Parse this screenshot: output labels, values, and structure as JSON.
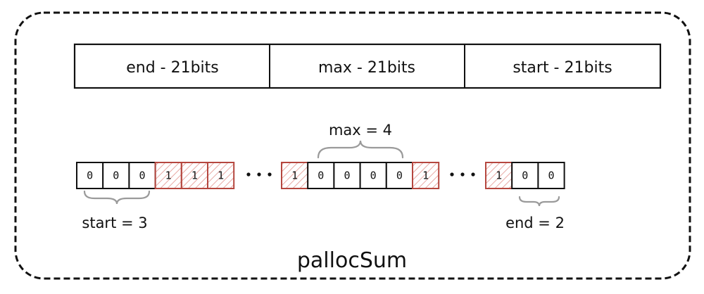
{
  "diagram": {
    "title": "pallocSum",
    "fields": [
      "end - 21bits",
      "max - 21bits",
      "start - 21bits"
    ],
    "groups": [
      {
        "bits": [
          {
            "value": "0",
            "highlighted": false
          },
          {
            "value": "0",
            "highlighted": false
          },
          {
            "value": "0",
            "highlighted": false
          },
          {
            "value": "1",
            "highlighted": true
          },
          {
            "value": "1",
            "highlighted": true
          },
          {
            "value": "1",
            "highlighted": true
          }
        ],
        "brace_label": "start = 3"
      },
      {
        "bits": [
          {
            "value": "1",
            "highlighted": true
          },
          {
            "value": "0",
            "highlighted": false
          },
          {
            "value": "0",
            "highlighted": false
          },
          {
            "value": "0",
            "highlighted": false
          },
          {
            "value": "0",
            "highlighted": false
          },
          {
            "value": "1",
            "highlighted": true
          }
        ],
        "brace_label": "max = 4"
      },
      {
        "bits": [
          {
            "value": "1",
            "highlighted": true
          },
          {
            "value": "0",
            "highlighted": false
          },
          {
            "value": "0",
            "highlighted": false
          }
        ],
        "brace_label": "end = 2"
      }
    ],
    "colors": {
      "stroke": "#111111",
      "highlight_stroke": "#b5473f",
      "hatch": "#e8a9a4",
      "brace": "#9a9a9a"
    }
  }
}
